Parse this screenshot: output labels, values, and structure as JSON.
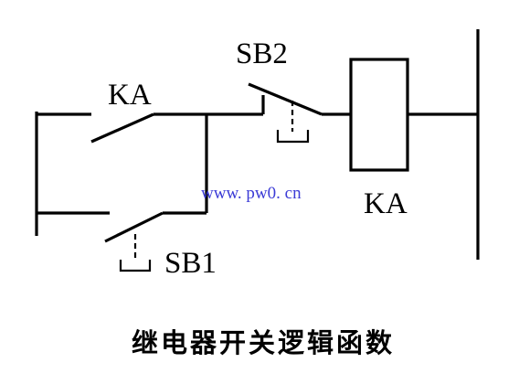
{
  "labels": {
    "ka_contact": "KA",
    "sb2": "SB2",
    "sb1": "SB1",
    "ka_coil": "KA"
  },
  "watermark": "www. pw0. cn",
  "caption": "继电器开关逻辑函数",
  "colors": {
    "line": "#000000",
    "watermark": "#3b3bd6",
    "background": "#ffffff"
  }
}
